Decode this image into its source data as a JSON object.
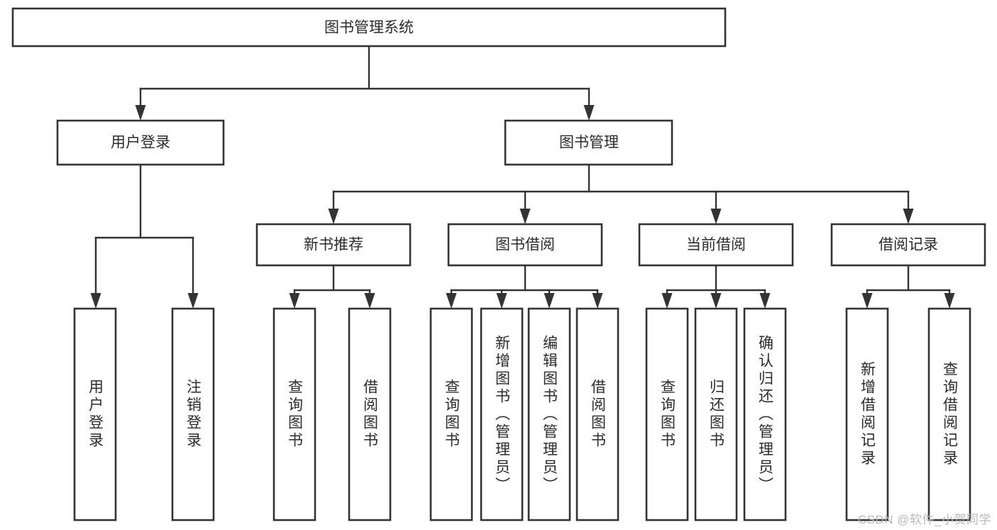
{
  "diagram": {
    "type": "tree",
    "title": "图书管理系统",
    "watermark": "CSDN @软件_小贺同学",
    "colors": {
      "box_stroke": "#333333",
      "box_fill": "#ffffff",
      "connector": "#333333",
      "text": "#2b2b2b",
      "watermark": "#b9b9b9",
      "background": "#ffffff"
    },
    "levels": {
      "root": {
        "label": "图书管理系统"
      },
      "level2": [
        {
          "label": "用户登录"
        },
        {
          "label": "图书管理"
        }
      ],
      "level3": [
        {
          "label": "新书推荐"
        },
        {
          "label": "图书借阅"
        },
        {
          "label": "当前借阅"
        },
        {
          "label": "借阅记录"
        }
      ]
    },
    "groups": [
      {
        "parent": "用户登录",
        "leaves": [
          {
            "label": "用户登录"
          },
          {
            "label": "注销登录"
          }
        ]
      },
      {
        "parent": "新书推荐",
        "leaves": [
          {
            "label": "查询图书"
          },
          {
            "label": "借阅图书"
          }
        ]
      },
      {
        "parent": "图书借阅",
        "leaves": [
          {
            "label": "查询图书"
          },
          {
            "label": "新增图书（管理员）"
          },
          {
            "label": "编辑图书（管理员）"
          },
          {
            "label": "借阅图书"
          }
        ]
      },
      {
        "parent": "当前借阅",
        "leaves": [
          {
            "label": "查询图书"
          },
          {
            "label": "归还图书"
          },
          {
            "label": "确认归还（管理员）"
          }
        ]
      },
      {
        "parent": "借阅记录",
        "leaves": [
          {
            "label": "新增借阅记录"
          },
          {
            "label": "查询借阅记录"
          }
        ]
      }
    ],
    "nodes": {
      "root": {
        "label": "图书管理系统"
      },
      "user_login": {
        "label": "用户登录"
      },
      "book_manage": {
        "label": "图书管理"
      },
      "new_book_rec": {
        "label": "新书推荐"
      },
      "book_borrow": {
        "label": "图书借阅"
      },
      "current_borrow": {
        "label": "当前借阅"
      },
      "borrow_record": {
        "label": "借阅记录"
      },
      "leaf_user_login": {
        "label": "用户登录"
      },
      "leaf_logout": {
        "label": "注销登录"
      },
      "leaf_query_book_a": {
        "label": "查询图书"
      },
      "leaf_borrow_book_a": {
        "label": "借阅图书"
      },
      "leaf_query_book_b": {
        "label": "查询图书"
      },
      "leaf_add_book": {
        "label": "新增图书（管理员）"
      },
      "leaf_edit_book": {
        "label": "编辑图书（管理员）"
      },
      "leaf_borrow_book_b": {
        "label": "借阅图书"
      },
      "leaf_query_book_c": {
        "label": "查询图书"
      },
      "leaf_return_book": {
        "label": "归还图书"
      },
      "leaf_confirm_return": {
        "label": "确认归还（管理员）"
      },
      "leaf_add_record": {
        "label": "新增借阅记录"
      },
      "leaf_query_record": {
        "label": "查询借阅记录"
      }
    }
  }
}
